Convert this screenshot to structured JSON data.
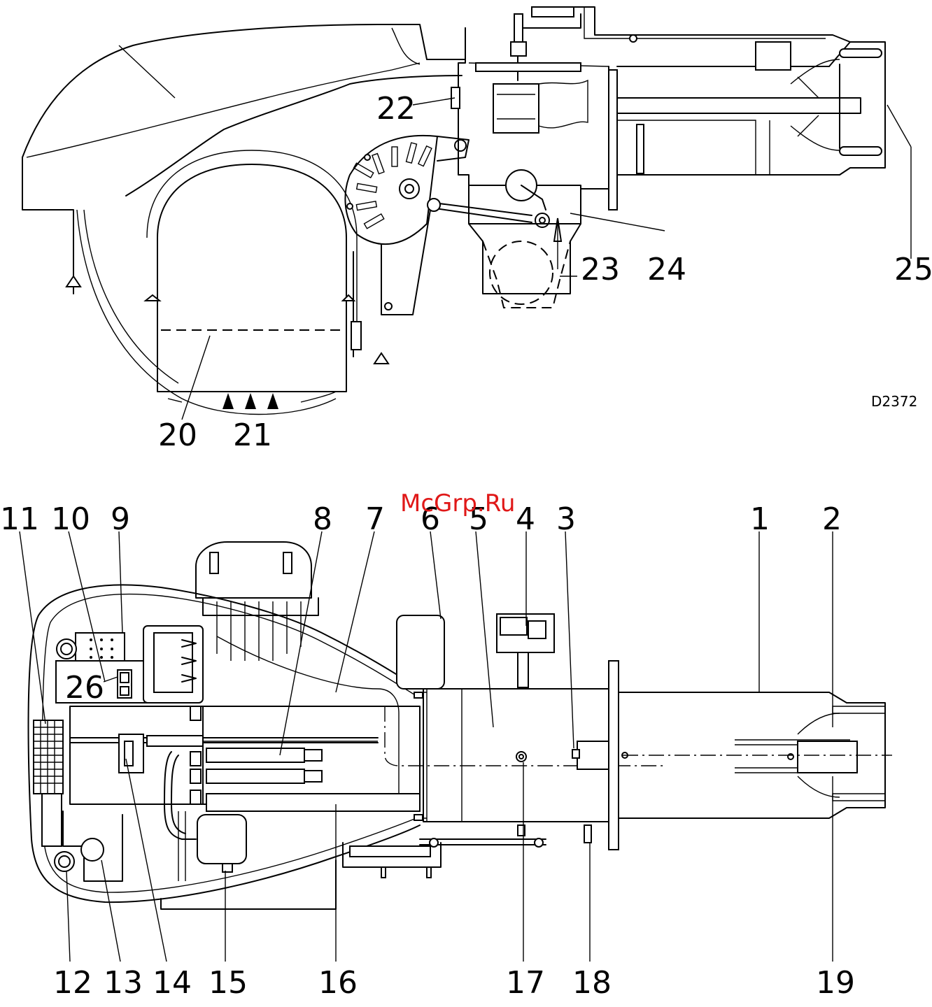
{
  "drawing_code": "D2372",
  "watermark": "McGrp.Ru",
  "callouts": {
    "c1": "1",
    "c2": "2",
    "c3": "3",
    "c4": "4",
    "c5": "5",
    "c6": "6",
    "c7": "7",
    "c8": "8",
    "c9": "9",
    "c10": "10",
    "c11": "11",
    "c12": "12",
    "c13": "13",
    "c14": "14",
    "c15": "15",
    "c16": "16",
    "c17": "17",
    "c18": "18",
    "c19": "19",
    "c20": "20",
    "c21": "21",
    "c22": "22",
    "c23": "23",
    "c24": "24",
    "c25": "25",
    "c26": "26"
  }
}
